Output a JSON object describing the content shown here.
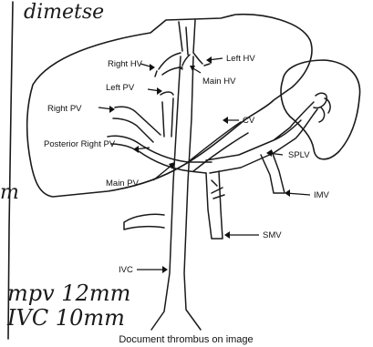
{
  "diagram": {
    "labels": {
      "right_hv": "Right HV",
      "left_hv": "Left HV",
      "main_hv": "Main HV",
      "left_pv": "Left PV",
      "right_pv": "Right PV",
      "cv": "CV",
      "posterior_right_pv": "Posterior Right PV",
      "splv": "SPLV",
      "main_pv": "Main PV",
      "imv": "IMV",
      "smv": "SMV",
      "ivc": "IVC"
    },
    "handwriting": {
      "top": "dimetse",
      "left_mark": "m",
      "mpv": "mpv 12mm",
      "ivc": "IVC 10mm"
    },
    "caption": "Document thrombus on image"
  }
}
